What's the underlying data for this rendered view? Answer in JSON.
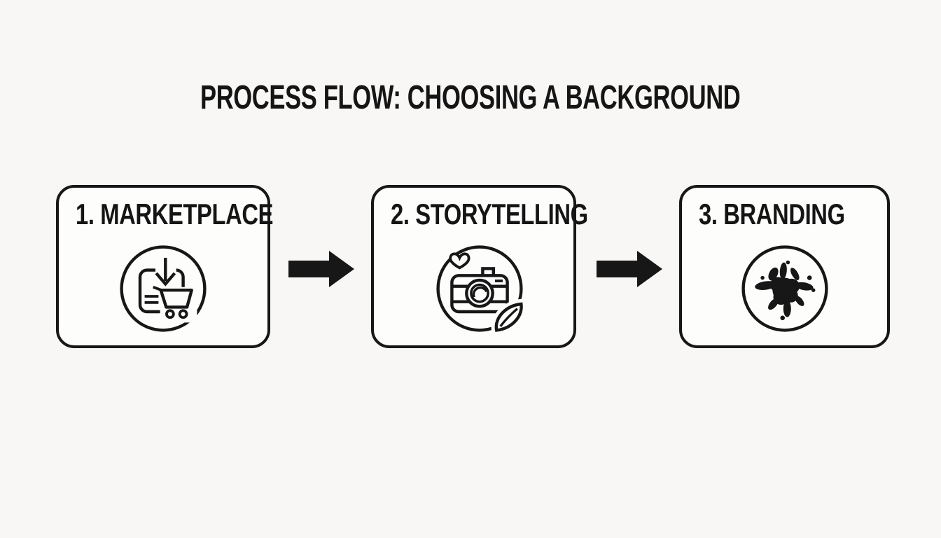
{
  "title": "PROCESS FLOW: CHOOSING A BACKGROUND",
  "steps": [
    {
      "label": "1. MARKETPLACE",
      "icon": "cart-download-icon"
    },
    {
      "label": "2. STORYTELLING",
      "icon": "camera-leaf-icon"
    },
    {
      "label": "3. BRANDING",
      "icon": "ink-splat-icon"
    }
  ],
  "arrows": [
    {
      "icon": "arrow-right-icon"
    },
    {
      "icon": "arrow-right-icon"
    }
  ],
  "colors": {
    "background": "#f8f7f6",
    "box_background": "#fdfdfc",
    "line": "#171717"
  }
}
